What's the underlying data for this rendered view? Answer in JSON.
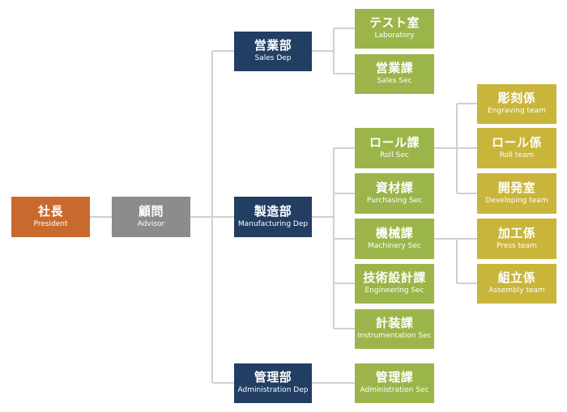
{
  "colors": {
    "president": "#c86a2d",
    "advisor": "#8c8c8c",
    "department": "#223e63",
    "section": "#9bb54a",
    "team": "#c8b53a",
    "connector": "#d0d0d0"
  },
  "president": {
    "jp": "社長",
    "en": "President"
  },
  "advisor": {
    "jp": "顧問",
    "en": "Advisor"
  },
  "departments": {
    "sales": {
      "jp": "営業部",
      "en": "Sales Dep"
    },
    "manufacturing": {
      "jp": "製造部",
      "en": "Manufacturing Dep"
    },
    "administration": {
      "jp": "管理部",
      "en": "Administration Dep"
    }
  },
  "sections": {
    "laboratory": {
      "jp": "テスト室",
      "en": "Laboratory"
    },
    "sales_sec": {
      "jp": "営業課",
      "en": "Sales Sec"
    },
    "roll_sec": {
      "jp": "ロール課",
      "en": "Roll Sec"
    },
    "purchasing_sec": {
      "jp": "資材課",
      "en": "Purchasing Sec"
    },
    "machinery_sec": {
      "jp": "機械課",
      "en": "Machinery Sec"
    },
    "engineering_sec": {
      "jp": "技術設計課",
      "en": "Engineering Sec"
    },
    "instrumentation_sec": {
      "jp": "計装課",
      "en": "Instrumentation Sec"
    },
    "administration_sec": {
      "jp": "管理課",
      "en": "Administration Sec"
    }
  },
  "teams": {
    "engraving": {
      "jp": "彫刻係",
      "en": "Engraving team"
    },
    "roll": {
      "jp": "ロール係",
      "en": "Roll team"
    },
    "developing": {
      "jp": "開発室",
      "en": "Developing team"
    },
    "press": {
      "jp": "加工係",
      "en": "Press team"
    },
    "assembly": {
      "jp": "組立係",
      "en": "Assembly team"
    }
  }
}
